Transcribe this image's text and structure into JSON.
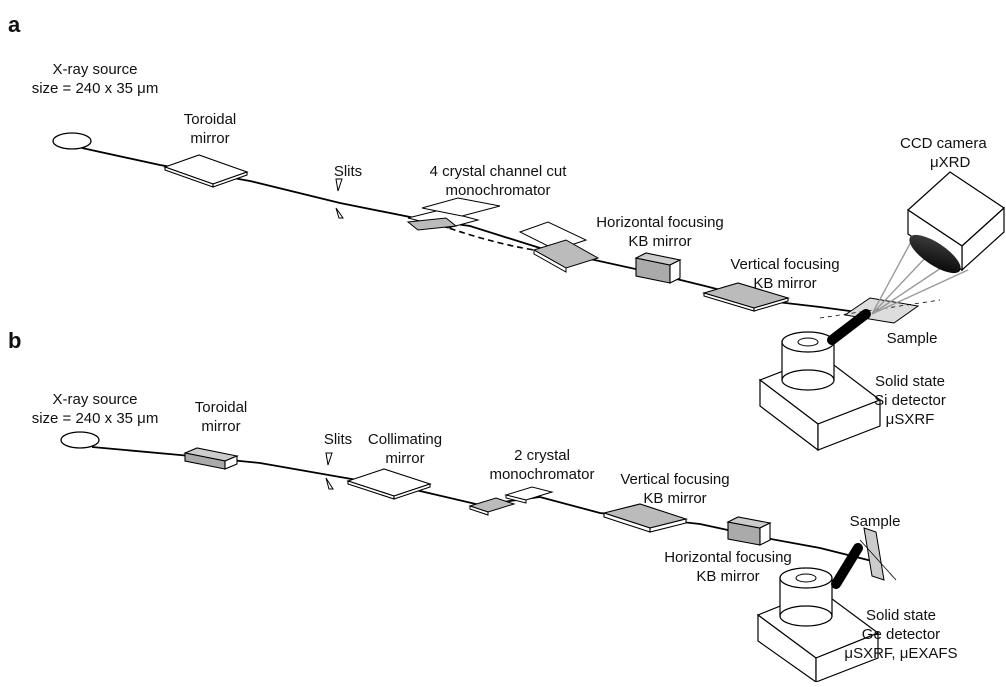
{
  "panel_a": {
    "letter": "a",
    "source": [
      "X-ray source",
      "size = 240 x 35 μm"
    ],
    "toroidal": [
      "Toroidal",
      "mirror"
    ],
    "slits": "Slits",
    "mono": [
      "4 crystal channel cut",
      "monochromator"
    ],
    "hkb": [
      "Horizontal focusing",
      "KB mirror"
    ],
    "vkb": [
      "Vertical focusing",
      "KB mirror"
    ],
    "ccd": [
      "CCD camera",
      "μXRD"
    ],
    "sample": "Sample",
    "detector": [
      "Solid state",
      "Si detector",
      "μSXRF"
    ]
  },
  "panel_b": {
    "letter": "b",
    "source": [
      "X-ray source",
      "size = 240 x 35 μm"
    ],
    "toroidal": [
      "Toroidal",
      "mirror"
    ],
    "slits": "Slits",
    "collimating": [
      "Collimating",
      "mirror"
    ],
    "mono": [
      "2 crystal",
      "monochromator"
    ],
    "vkb": [
      "Vertical focusing",
      "KB mirror"
    ],
    "hkb": [
      "Horizontal focusing",
      "KB mirror"
    ],
    "sample": "Sample",
    "detector": [
      "Solid state",
      "Ge detector",
      "μSXRF, μEXAFS"
    ]
  }
}
